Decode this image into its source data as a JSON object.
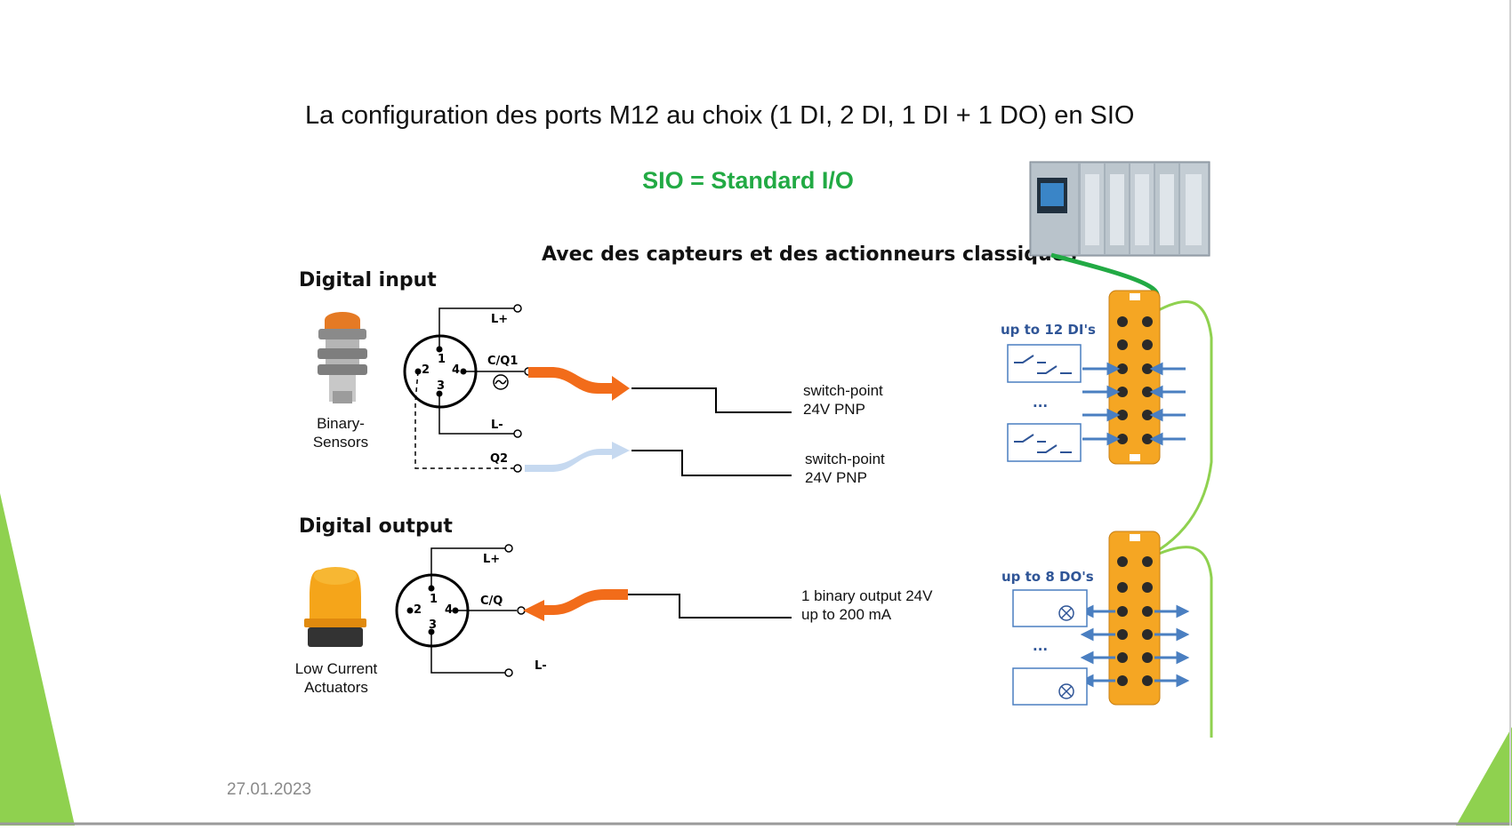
{
  "title": "La configuration des ports M12 au choix  (1 DI,  2 DI, 1 DI + 1 DO) en SIO",
  "subtitle": "SIO = Standard I/O",
  "intro": "Avec des capteurs et des actionneurs classiques",
  "input_section": {
    "heading": "Digital input",
    "sensor_label": [
      "Binary-",
      "Sensors"
    ],
    "pins": {
      "p1": "1",
      "p2": "2",
      "p3": "3",
      "p4": "4"
    },
    "terminals": {
      "lplus": "L+",
      "cq1": "C/Q1",
      "lminus": "L-",
      "q2": "Q2"
    },
    "signal1": [
      "switch-point",
      "24V PNP"
    ],
    "signal2": [
      "switch-point",
      "24V PNP"
    ]
  },
  "output_section": {
    "heading": "Digital output",
    "actuator_label": [
      "Low Current",
      "Actuators"
    ],
    "pins": {
      "p1": "1",
      "p2": "2",
      "p3": "3",
      "p4": "4"
    },
    "terminals": {
      "lplus": "L+",
      "cq": "C/Q",
      "lminus": "L-"
    },
    "signal": [
      "1 binary output 24V",
      "up to 200 mA"
    ]
  },
  "modules": {
    "di_label": "up to 12 DI's",
    "do_label": "up to 8 DO's",
    "ellipsis": "..."
  },
  "footer": {
    "date": "27.01.2023"
  },
  "colors": {
    "accent_green": "#8fd14f",
    "sio_green": "#22aa44",
    "orange": "#f26c1a",
    "light_blue": "#c6d9f0",
    "module_orange": "#f5a623",
    "arrow_blue": "#4a7fc1"
  }
}
